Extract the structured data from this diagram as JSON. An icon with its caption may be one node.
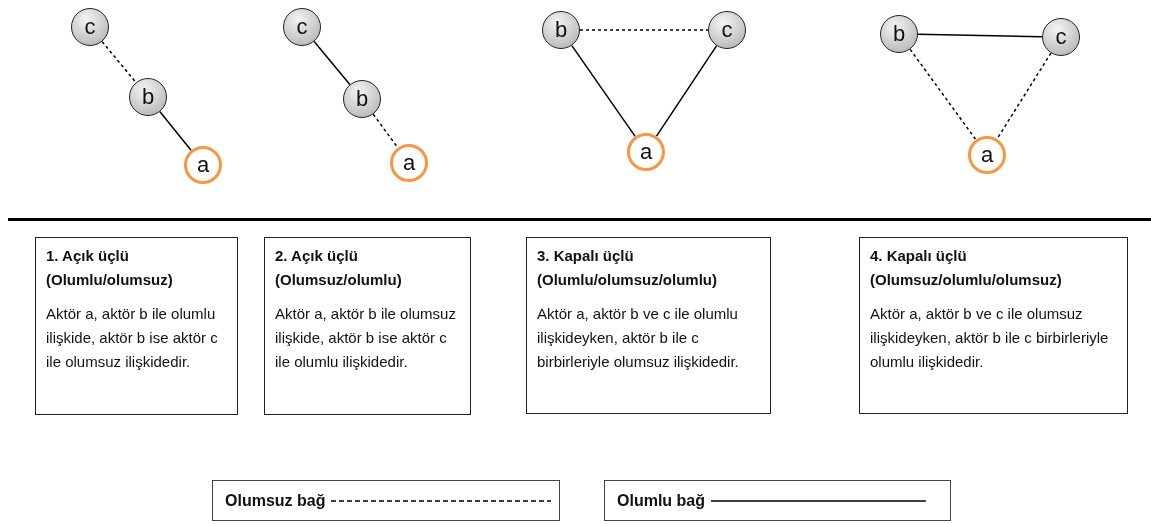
{
  "diagram": {
    "nodes": [
      {
        "text": [
          "c"
        ]
      },
      {
        "text": [
          "b"
        ]
      },
      {
        "text": [
          "a"
        ]
      },
      {
        "text": [
          "c"
        ]
      },
      {
        "text": [
          "b"
        ]
      },
      {
        "text": [
          "a"
        ]
      },
      {
        "text": [
          "b"
        ]
      },
      {
        "text": [
          "c"
        ]
      },
      {
        "text": [
          "a"
        ]
      },
      {
        "text": [
          "b"
        ]
      },
      {
        "text": [
          "c"
        ]
      },
      {
        "text": [
          "a"
        ]
      },
      {
        "text": [
          "1. Açık üçlü (Olumlu/olumsuz)",
          "Aktör a, aktör b ile olumlu ilişkide, aktör b ise aktör c ile olumsuz ilişkidedir."
        ]
      },
      {
        "text": [
          "2. Açık üçlü (Olumsuz/olumlu)",
          "Aktör a, aktör b ile olumsuz ilişkide, aktör b ise aktör c ile olumlu ilişkidedir."
        ]
      },
      {
        "text": [
          "3. Kapalı üçlü (Olumlu/olumsuz/olumlu)",
          "Aktör a, aktör b ve c ile olumlu ilişkideyken, aktör b ile c birbirleriyle olumsuz ilişkidedir."
        ]
      },
      {
        "text": [
          "4. Kapalı üçlü (Olumsuz/olumlu/olumsuz)",
          "Aktör a, aktör b ve c ile olumsuz ilişkideyken, aktör b ile c birbirleriyle olumlu ilişkidedir."
        ]
      }
    ],
    "edges": [
      {
        "from": 0,
        "to": 1,
        "arrow": "none",
        "style": "dashed"
      },
      {
        "from": 1,
        "to": 2,
        "arrow": "none"
      },
      {
        "from": 3,
        "to": 4,
        "arrow": "none"
      },
      {
        "from": 4,
        "to": 5,
        "arrow": "none",
        "style": "dashed"
      },
      {
        "from": 6,
        "to": 7,
        "arrow": "none",
        "style": "dashed"
      },
      {
        "from": 6,
        "to": 8,
        "arrow": "none"
      },
      {
        "from": 7,
        "to": 8,
        "arrow": "none"
      },
      {
        "from": 9,
        "to": 10,
        "arrow": "none"
      },
      {
        "from": 9,
        "to": 11,
        "arrow": "none",
        "style": "dashed"
      },
      {
        "from": 10,
        "to": 11,
        "arrow": "none",
        "style": "dashed"
      }
    ],
    "legend": [
      {
        "text": "Olumsuz bağ"
      },
      {
        "text": "Olumlu bağ"
      }
    ]
  }
}
